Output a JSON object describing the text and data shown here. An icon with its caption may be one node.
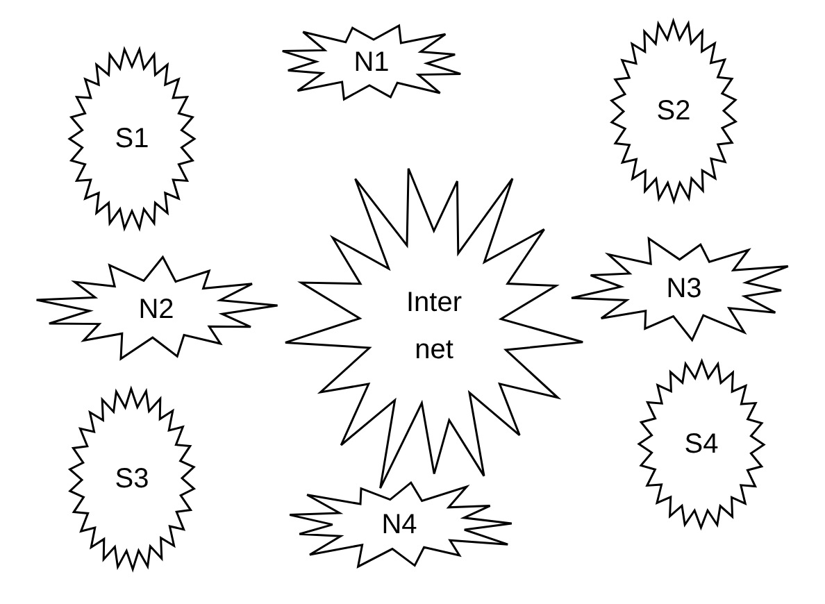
{
  "diagram": {
    "nodes": [
      {
        "text": [
          "S1"
        ]
      },
      {
        "text": [
          "N1"
        ]
      },
      {
        "text": [
          "S2"
        ]
      },
      {
        "text": [
          "N2"
        ]
      },
      {
        "text": [
          "Inter net"
        ]
      },
      {
        "text": [
          "N3"
        ]
      },
      {
        "text": [
          "S3"
        ]
      },
      {
        "text": [
          "S4"
        ]
      },
      {
        "text": [
          "N4"
        ]
      }
    ]
  }
}
